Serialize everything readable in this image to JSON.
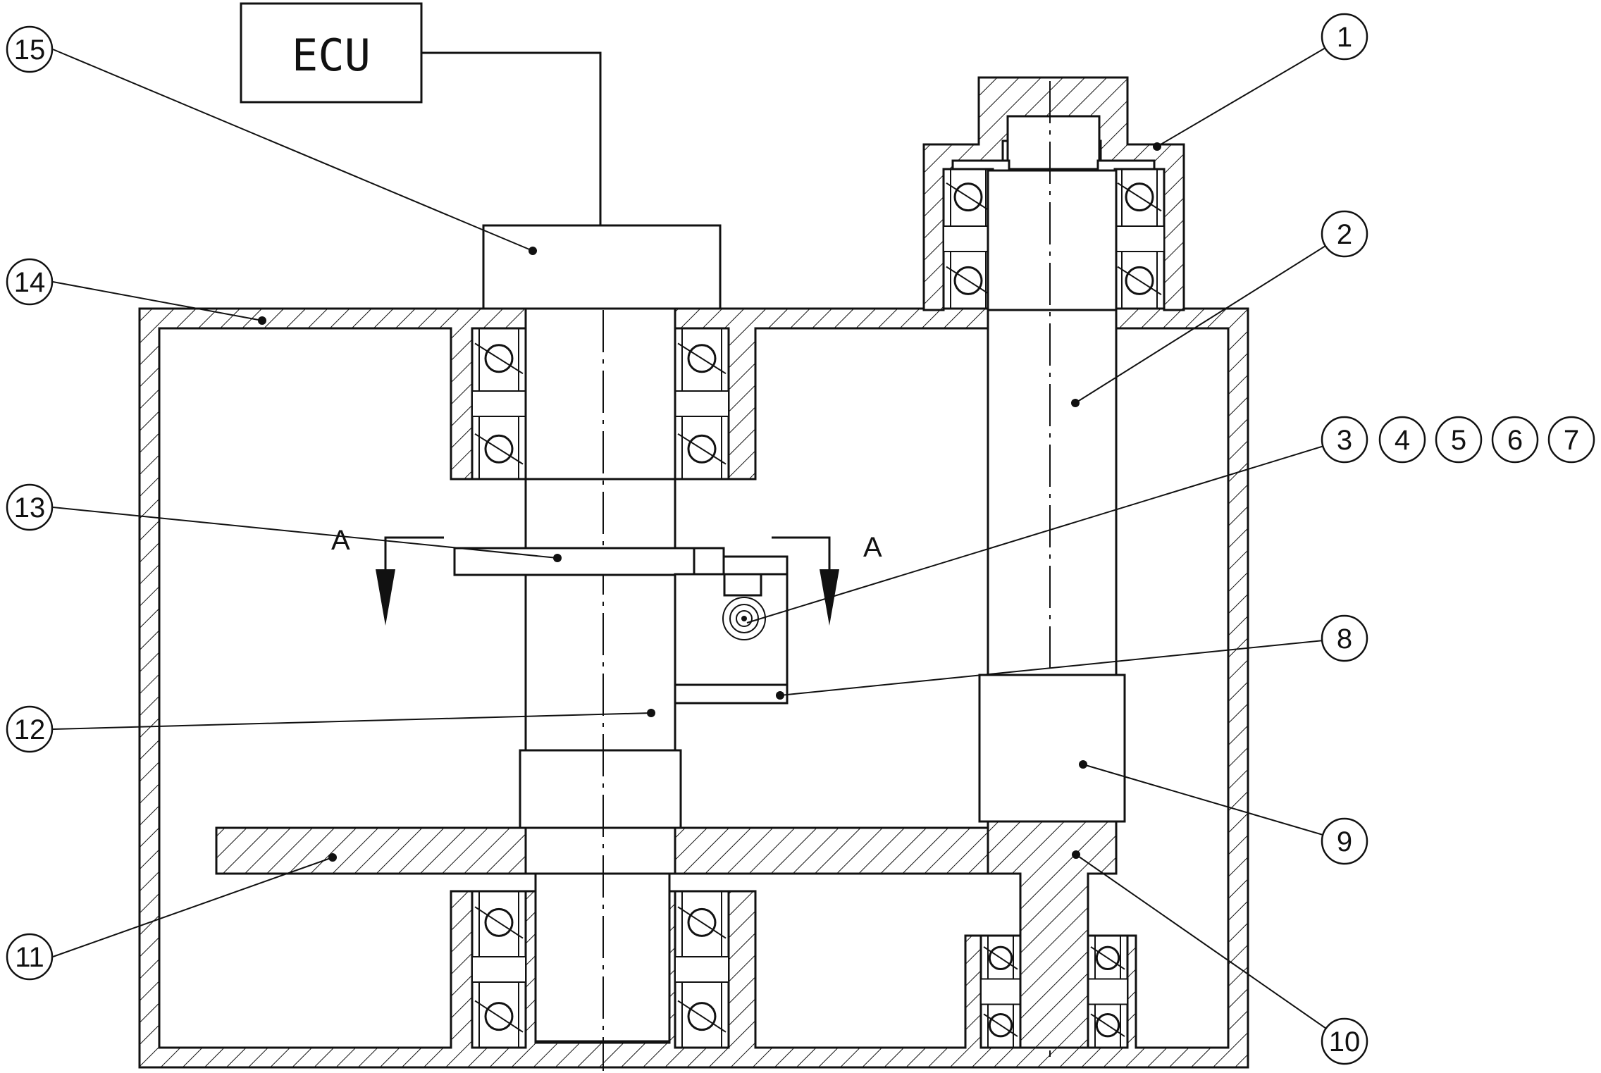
{
  "ecu_label": "ECU",
  "section_label": "A",
  "callouts": {
    "c1": "1",
    "c2": "2",
    "c3": "3",
    "c4": "4",
    "c5": "5",
    "c6": "6",
    "c7": "7",
    "c8": "8",
    "c9": "9",
    "c10": "10",
    "c11": "11",
    "c12": "12",
    "c13": "13",
    "c14": "14",
    "c15": "15"
  }
}
